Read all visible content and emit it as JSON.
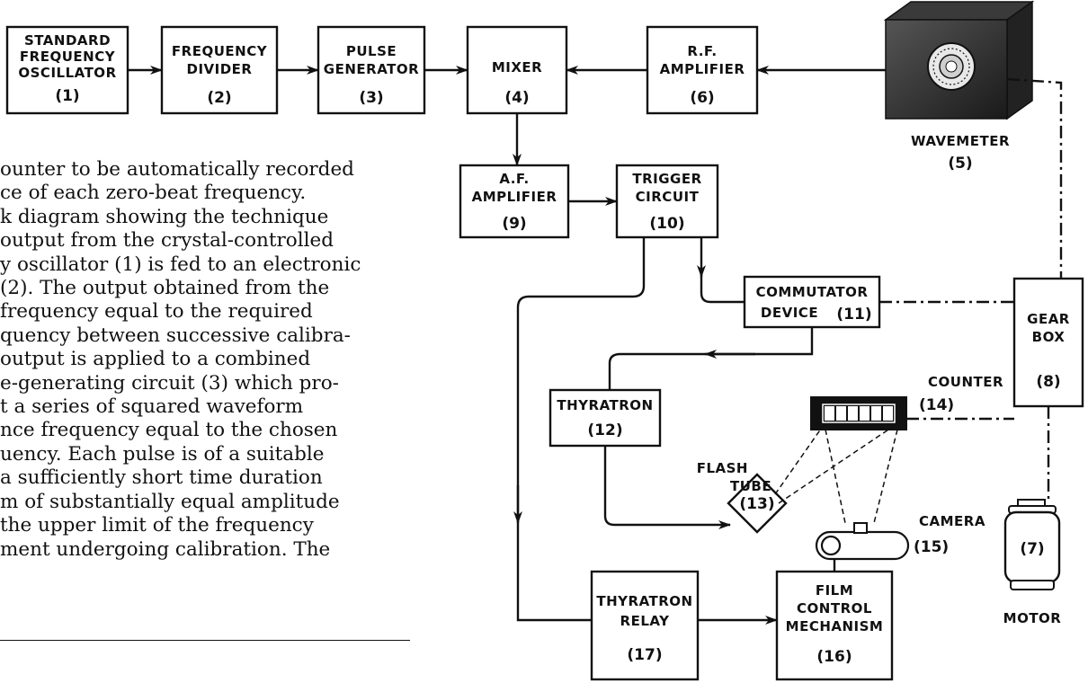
{
  "blocks": {
    "b1": {
      "lines": [
        "STANDARD",
        "FREQUENCY",
        "OSCILLATOR"
      ],
      "number": "(1)"
    },
    "b2": {
      "lines": [
        "FREQUENCY",
        "DIVIDER"
      ],
      "number": "(2)"
    },
    "b3": {
      "lines": [
        "PULSE",
        "GENERATOR"
      ],
      "number": "(3)"
    },
    "b4": {
      "lines": [
        "MIXER"
      ],
      "number": "(4)"
    },
    "b5": {
      "lines": [
        "WAVEMETER"
      ],
      "number": "(5)"
    },
    "b6": {
      "lines": [
        "R.F.",
        "AMPLIFIER"
      ],
      "number": "(6)"
    },
    "b7": {
      "lines": [
        "MOTOR"
      ],
      "number": "(7)"
    },
    "b8": {
      "lines": [
        "GEAR",
        "BOX"
      ],
      "number": "(8)"
    },
    "b9": {
      "lines": [
        "A.F.",
        "AMPLIFIER"
      ],
      "number": "(9)"
    },
    "b10": {
      "lines": [
        "TRIGGER",
        "CIRCUIT"
      ],
      "number": "(10)"
    },
    "b11": {
      "lines": [
        "COMMUTATOR",
        "DEVICE"
      ],
      "number": "(11)"
    },
    "b12": {
      "lines": [
        "THYRATRON"
      ],
      "number": "(12)"
    },
    "b13": {
      "lines": [
        "FLASH",
        "TUBE"
      ],
      "number": "(13)"
    },
    "b14": {
      "lines": [
        "COUNTER"
      ],
      "number": "(14)"
    },
    "b15": {
      "lines": [
        "CAMERA"
      ],
      "number": "(15)"
    },
    "b16": {
      "lines": [
        "FILM",
        "CONTROL",
        "MECHANISM"
      ],
      "number": "(16)"
    },
    "b17": {
      "lines": [
        "THYRATRON",
        "RELAY"
      ],
      "number": "(17)"
    }
  },
  "body_text": [
    "ounter to be automatically recorded",
    "ce of each zero-beat frequency.",
    "k diagram showing the technique",
    "output from the crystal-controlled",
    "y oscillator (1) is fed to an electronic",
    "(2).  The output obtained from the",
    "frequency  equal  to  the  required",
    "quency between successive calibra-",
    " output is applied to a combined",
    "e-generating circuit (3) which pro-",
    "t  a  series  of  squared  waveform",
    "nce frequency equal to the chosen",
    "uency.  Each pulse is of a suitable",
    " a sufficiently short time duration",
    "m of substantially equal amplitude",
    "the  upper  limit  of  the  frequency",
    "ment undergoing calibration.  The"
  ]
}
